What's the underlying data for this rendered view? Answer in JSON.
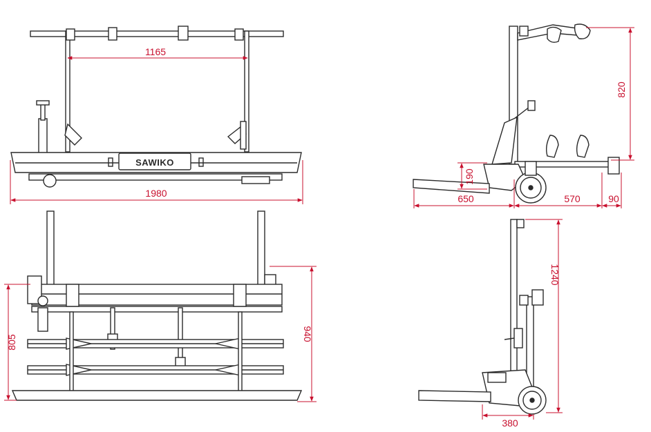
{
  "colors": {
    "line": "#2a2a2a",
    "dimension": "#c8102e",
    "background": "#ffffff"
  },
  "logo": {
    "text": "SAWIKO"
  },
  "dimensions": {
    "front_inner_width": "1165",
    "front_total_width": "1980",
    "side_height": "820",
    "side_low_height": "190",
    "side_front": "650",
    "side_middle": "570",
    "side_rear": "90",
    "top_depth_805": "805",
    "top_depth_940": "940",
    "folded_height": "1240",
    "folded_depth": "380"
  }
}
